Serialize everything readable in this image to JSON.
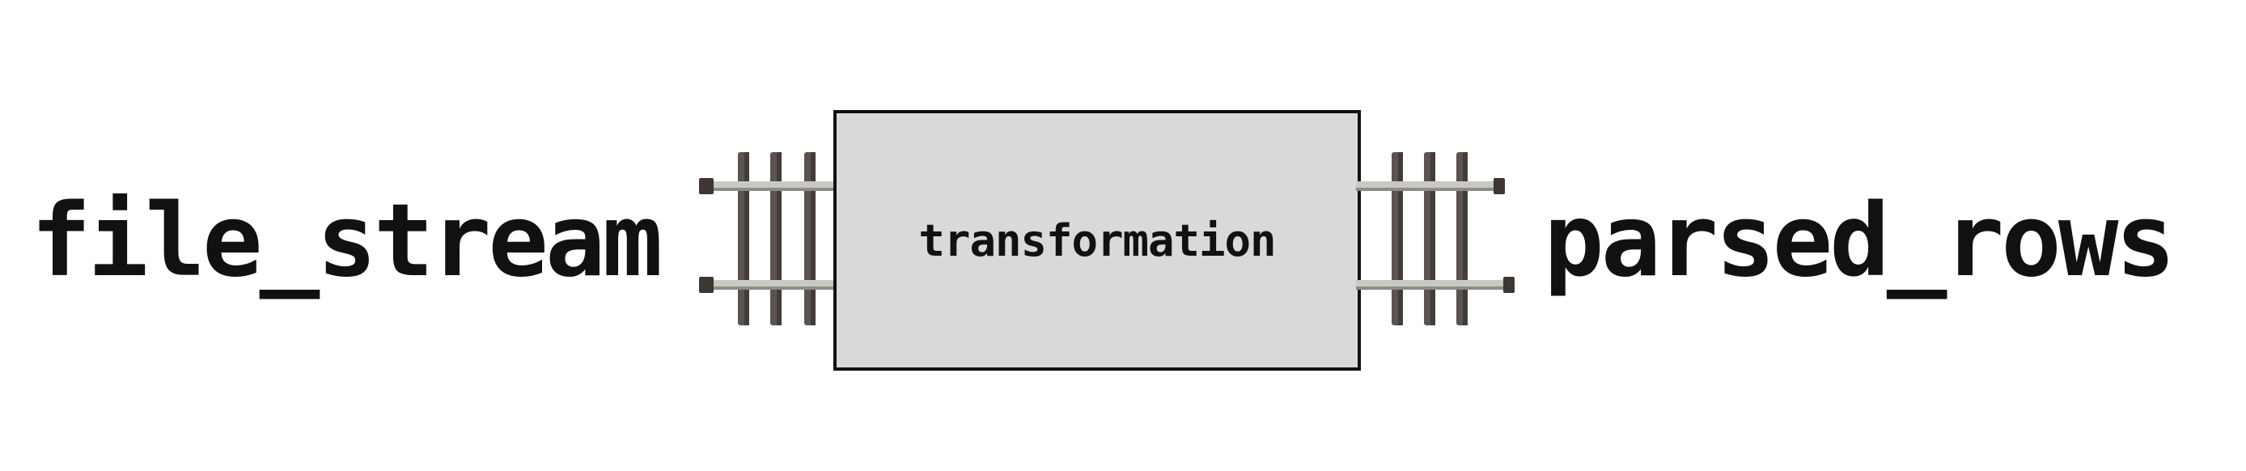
{
  "diagram": {
    "input_label": "file_stream",
    "process_label": "transformation",
    "output_label": "parsed_rows"
  },
  "colors": {
    "box_fill": "#d9d9d9",
    "box_border": "#111111",
    "text": "#111111",
    "sleeper": "#5a5350",
    "rail": "#c9c9c4"
  },
  "icons": {
    "connector": "rail-track-icon"
  }
}
